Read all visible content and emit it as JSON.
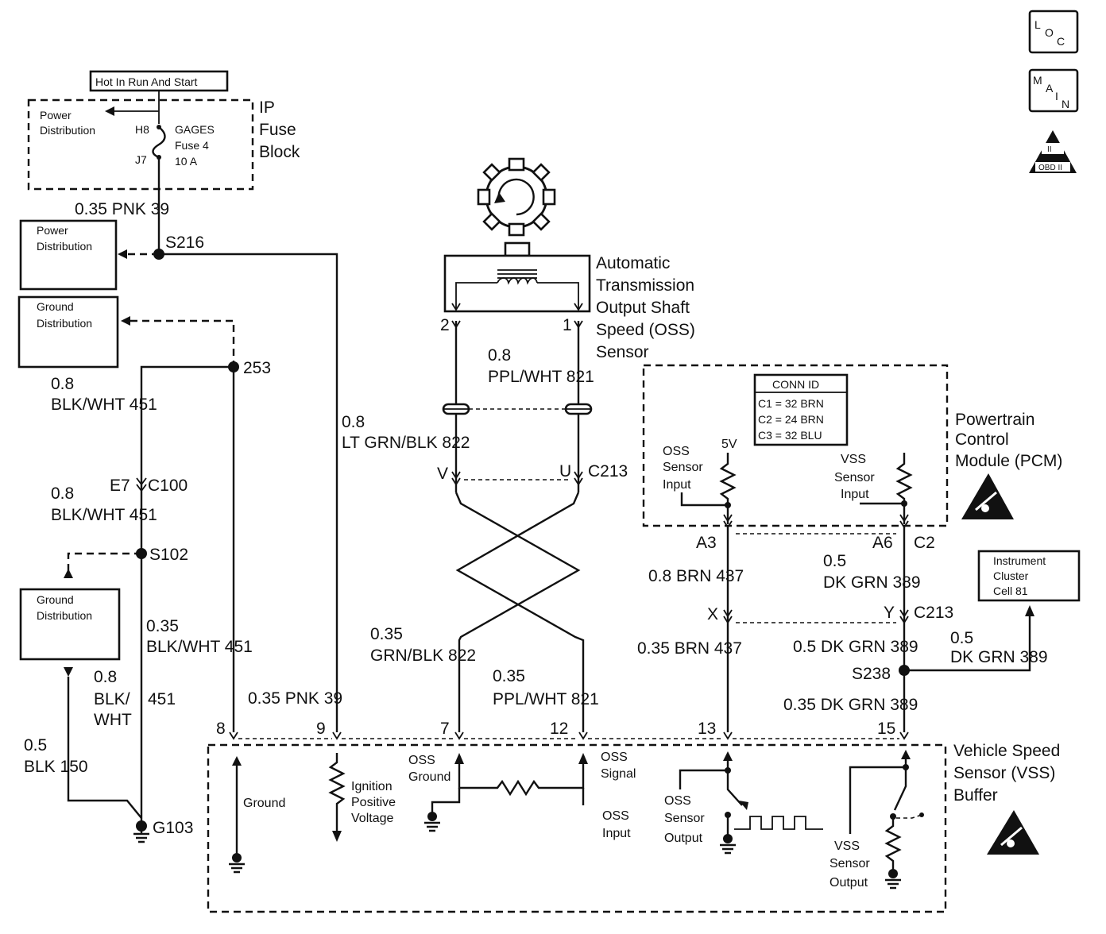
{
  "hot_in_run": "Hot In Run And Start",
  "ip_fuse_block": {
    "l1": "IP",
    "l2": "Fuse",
    "l3": "Block"
  },
  "fuse": {
    "power_dist_l1": "Power",
    "power_dist_l2": "Distribution",
    "h8": "H8",
    "j7": "J7",
    "name": "GAGES",
    "fuse_label": "Fuse 4",
    "rating": "10 A"
  },
  "wire_39_top": "0.35 PNK  39",
  "s216": "S216",
  "power_dist_box": {
    "l1": "Power",
    "l2": "Distribution"
  },
  "ground_dist_box_1": {
    "l1": "Ground",
    "l2": "Distribution"
  },
  "splice_253": "253",
  "wire_451_a": {
    "l1": "0.8",
    "l2": "BLK/WHT  451"
  },
  "c100": {
    "pin": "E7",
    "name": "C100"
  },
  "wire_451_b": {
    "l1": "0.8",
    "l2": "BLK/WHT  451"
  },
  "s102": "S102",
  "ground_dist_box_2": {
    "l1": "Ground",
    "l2": "Distribution"
  },
  "wire_451_c": {
    "l1": "0.35",
    "l2": "BLK/WHT  451"
  },
  "wire_451_d": {
    "l1": "0.8",
    "l2": "BLK/",
    "l3": "WHT",
    "num": "451"
  },
  "wire_150": {
    "l1": "0.5",
    "l2": "BLK  150"
  },
  "g103": "G103",
  "wire_822_a": {
    "l1": "0.8",
    "l2": "LT GRN/BLK  822"
  },
  "wire_39_bottom": "0.35 PNK  39",
  "oss_sensor": {
    "l1": "Automatic",
    "l2": "Transmission",
    "l3": "Output Shaft",
    "l4": "Speed (OSS)",
    "l5": "Sensor",
    "pin2": "2",
    "pin1": "1"
  },
  "wire_821_a": {
    "l1": "0.8",
    "l2": "PPL/WHT  821"
  },
  "c213_a": {
    "v": "V",
    "u": "U",
    "name": "C213"
  },
  "wire_822_b": {
    "l1": "0.35",
    "l2": "GRN/BLK  822"
  },
  "wire_821_b": {
    "l1": "0.35",
    "l2": "PPL/WHT  821"
  },
  "pcm": {
    "l1": "Powertrain",
    "l2": "Control",
    "l3": "Module (PCM)"
  },
  "conn_id": {
    "title": "CONN ID",
    "c1": "C1 = 32 BRN",
    "c2": "C2 = 24 BRN",
    "c3": "C3 = 32 BLU"
  },
  "pcm_oss_input": {
    "l1": "OSS",
    "l2": "Sensor",
    "l3": "Input"
  },
  "five_v": "5V",
  "pcm_vss_input": {
    "l1": "VSS",
    "l2": "Sensor",
    "l3": "Input"
  },
  "pcm_pins": {
    "a3": "A3",
    "a6": "A6",
    "c2": "C2"
  },
  "wire_437_a": "0.8 BRN  437",
  "wire_389_a": {
    "l1": "0.5",
    "l2": "DK GRN  389"
  },
  "c213_b": {
    "x": "X",
    "y": "Y",
    "name": "C213"
  },
  "wire_437_b": "0.35 BRN  437",
  "wire_389_b": "0.5 DK GRN  389",
  "wire_389_c": {
    "l1": "0.5",
    "l2": "DK GRN  389"
  },
  "s238": "S238",
  "wire_389_d": "0.35 DK GRN  389",
  "instrument_cluster": {
    "l1": "Instrument",
    "l2": "Cluster",
    "l3": "Cell 81"
  },
  "buffer_pins": {
    "p8": "8",
    "p9": "9",
    "p7": "7",
    "p12": "12",
    "p13": "13",
    "p15": "15"
  },
  "vss_buffer": {
    "l1": "Vehicle Speed",
    "l2": "Sensor (VSS)",
    "l3": "Buffer"
  },
  "buffer_ground": "Ground",
  "ignition": {
    "l1": "Ignition",
    "l2": "Positive",
    "l3": "Voltage"
  },
  "oss_ground": {
    "l1": "OSS",
    "l2": "Ground"
  },
  "oss_signal": {
    "l1": "OSS",
    "l2": "Signal"
  },
  "oss_input": {
    "l1": "OSS",
    "l2": "Input"
  },
  "oss_output": {
    "l1": "OSS",
    "l2": "Sensor",
    "l3": "Output"
  },
  "vss_output": {
    "l1": "VSS",
    "l2": "Sensor",
    "l3": "Output"
  },
  "icon_loc": {
    "l": "L",
    "o": "O",
    "c": "C"
  },
  "icon_main": {
    "m": "M",
    "a": "A",
    "i": "I",
    "n": "N"
  },
  "icon_obd": {
    "top": "II",
    "bottom": "OBD II"
  }
}
